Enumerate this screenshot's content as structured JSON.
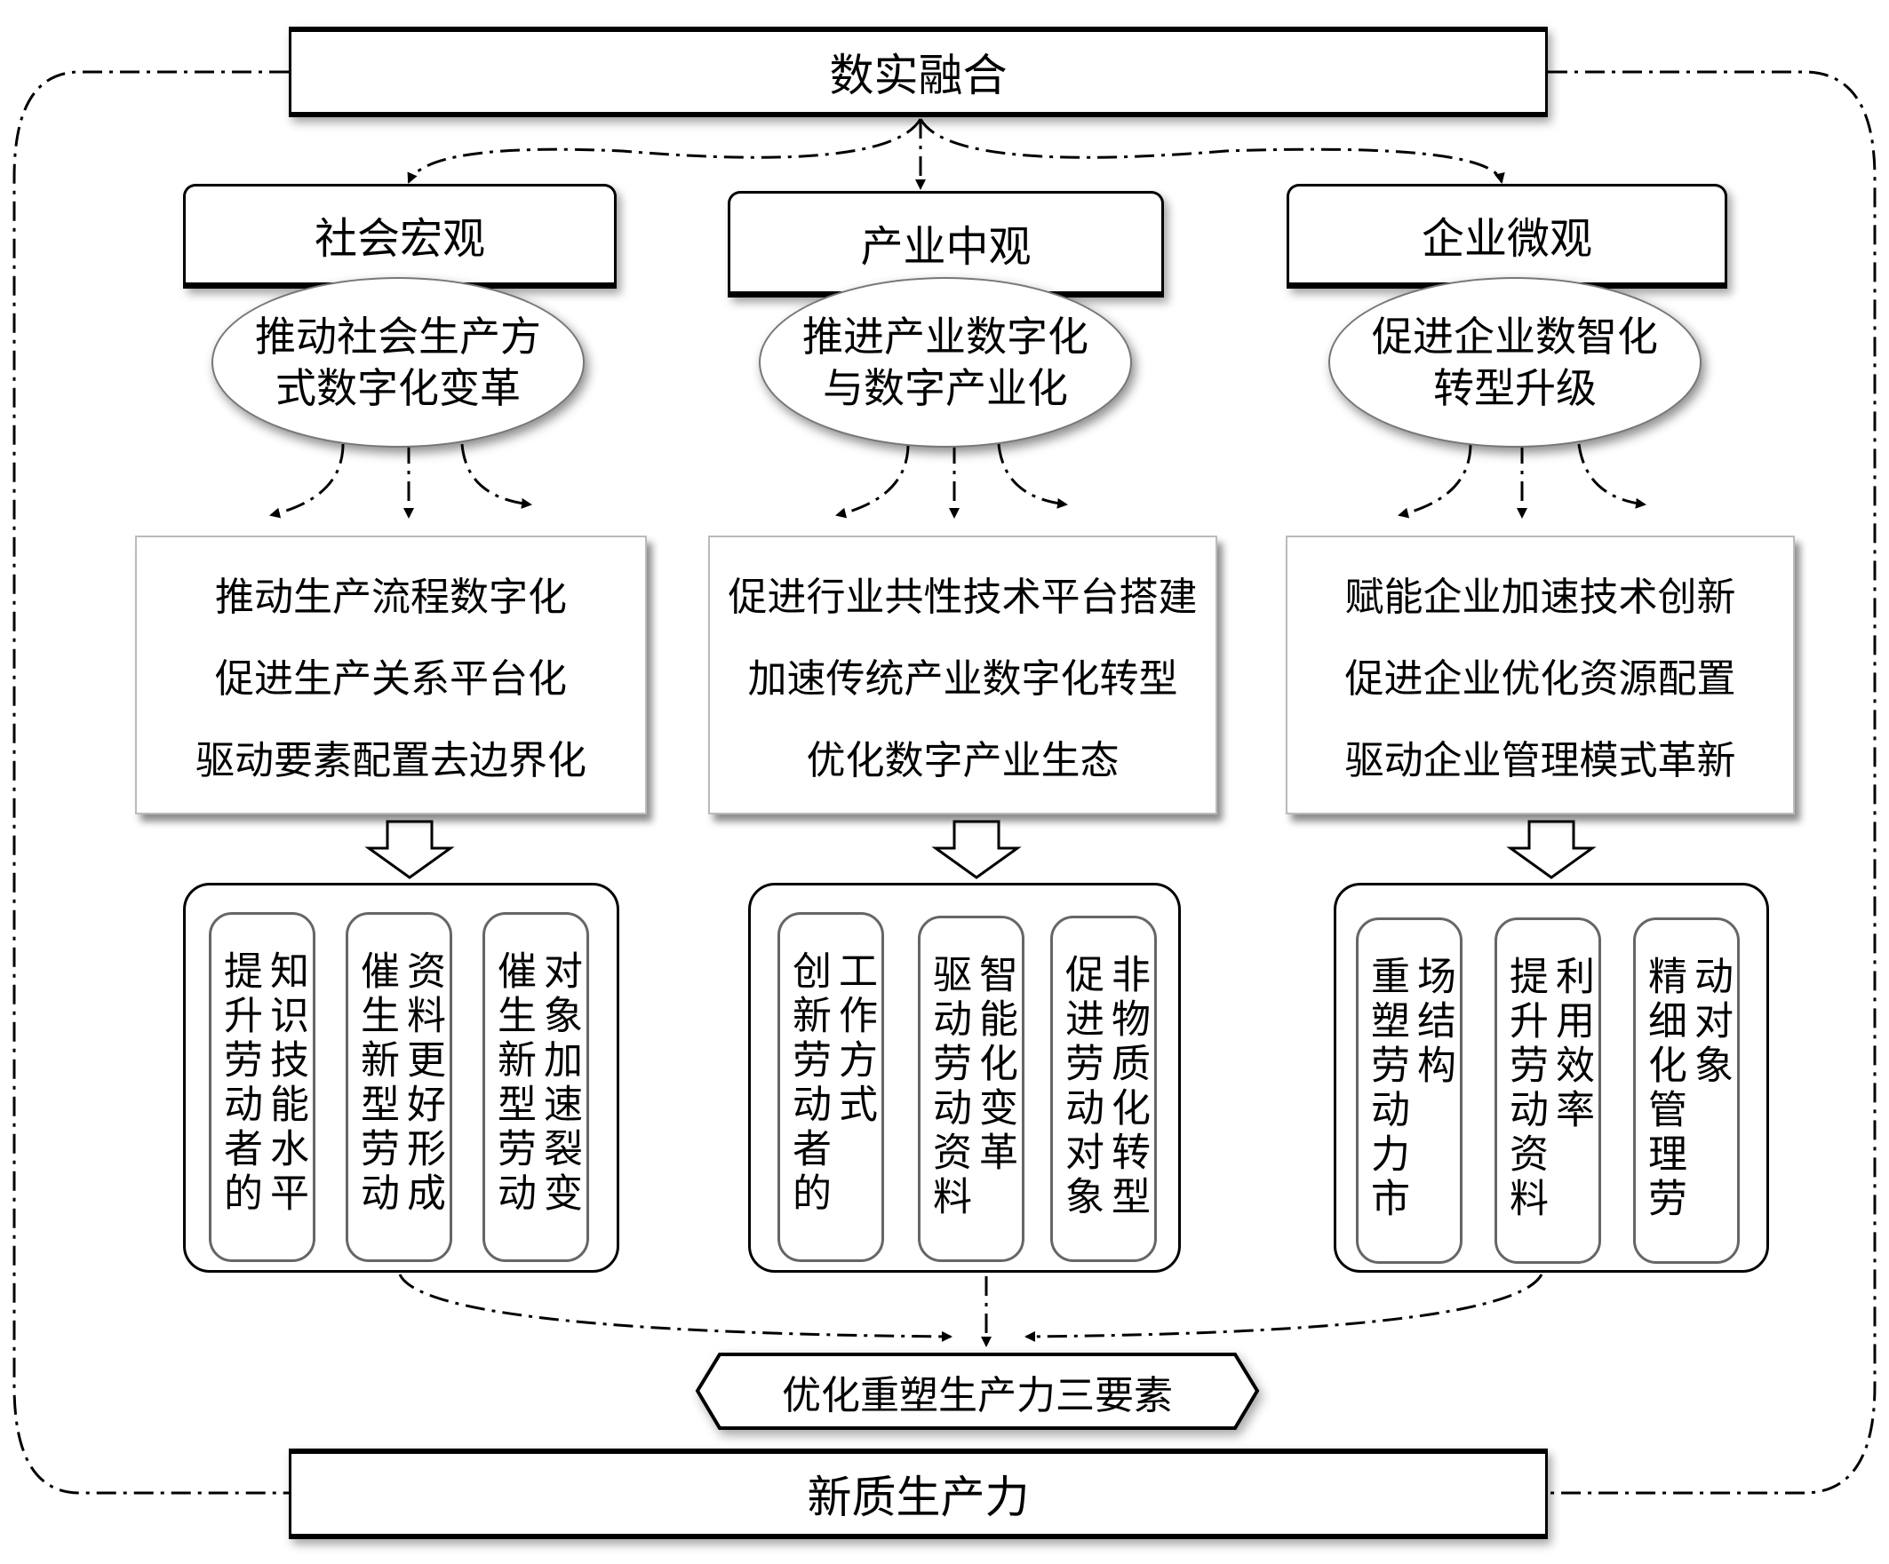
{
  "top": {
    "title": "数实融合"
  },
  "bottom": {
    "title": "新质生产力"
  },
  "synthesis": {
    "label": "优化重塑生产力三要素"
  },
  "levels": [
    {
      "title": "社会宏观",
      "goal": "推动社会生产方式数字化变革",
      "goal_lines": [
        "推动社会生产方",
        "式数字化变革"
      ],
      "actions": [
        "推动生产流程数字化",
        "促进生产关系平台化",
        "驱动要素配置去边界化"
      ],
      "effects": [
        "提升劳动者的知识技能水平",
        "催生新型劳动资料更好形成",
        "催生新型劳动对象加速裂变"
      ]
    },
    {
      "title": "产业中观",
      "goal": "推进产业数字化与数字产业化",
      "goal_lines": [
        "推进产业数字化",
        "与数字产业化"
      ],
      "actions": [
        "促进行业共性技术平台搭建",
        "加速传统产业数字化转型",
        "优化数字产业生态"
      ],
      "effects": [
        "创新劳动者的工作方式",
        "驱动劳动资料智能化变革",
        "促进劳动对象非物质化转型"
      ]
    },
    {
      "title": "企业微观",
      "goal": "促进企业数智化转型升级",
      "goal_lines": [
        "促进企业数智化",
        "转型升级"
      ],
      "actions": [
        "赋能企业加速技术创新",
        "促进企业优化资源配置",
        "驱动企业管理模式革新"
      ],
      "effects": [
        "重塑劳动力市场结构",
        "提升劳动资料利用效率",
        "精细化管理劳动对象"
      ]
    }
  ]
}
